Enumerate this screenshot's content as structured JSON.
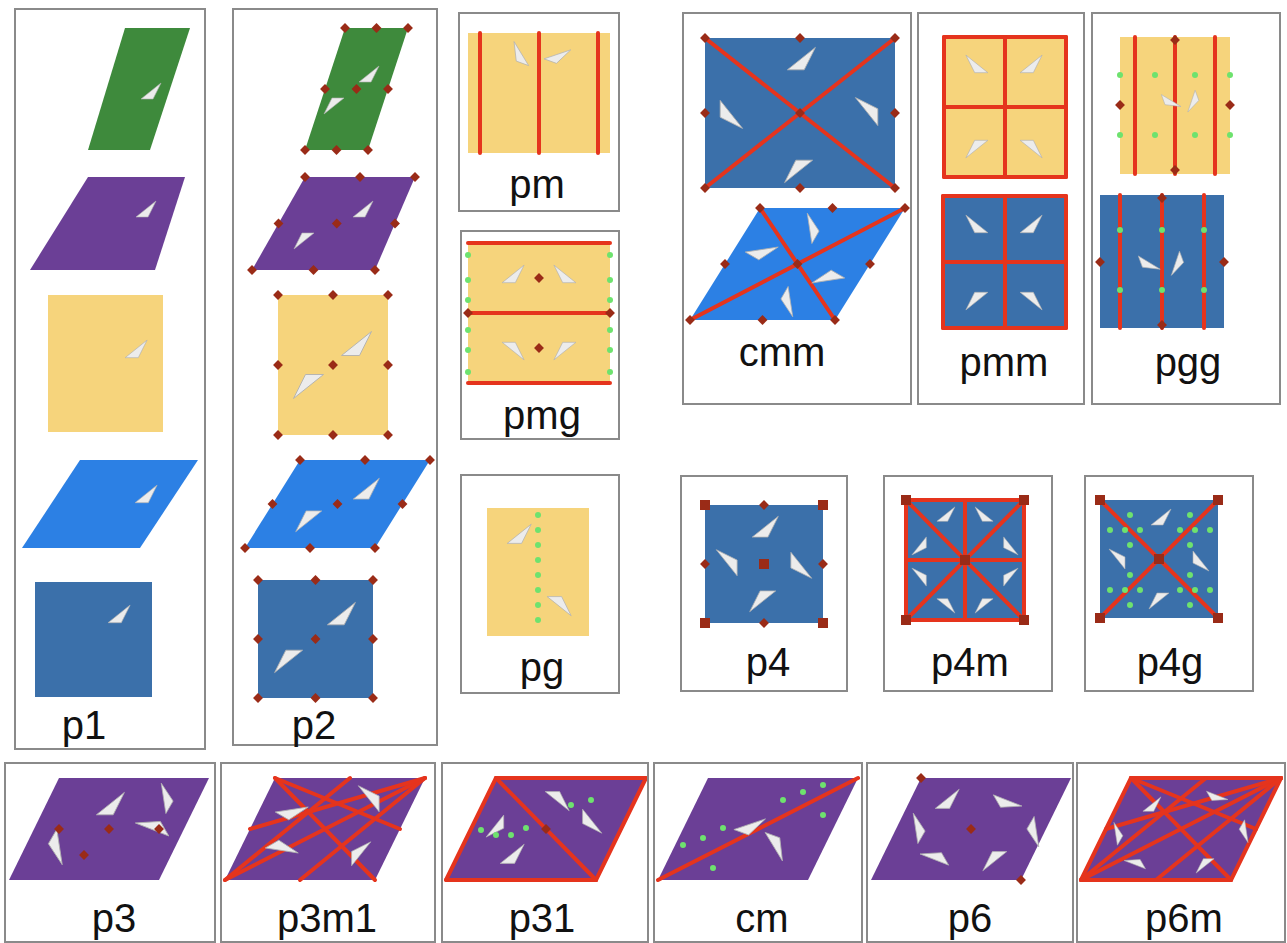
{
  "diagram": {
    "nodes": [
      {
        "text": [
          "p1"
        ]
      },
      {
        "text": [
          "p2"
        ]
      },
      {
        "text": [
          "pm"
        ]
      },
      {
        "text": [
          "cmm"
        ]
      },
      {
        "text": [
          "pmm"
        ]
      },
      {
        "text": [
          "pgg"
        ]
      },
      {
        "text": [
          "pmg"
        ]
      },
      {
        "text": [
          "pg"
        ]
      },
      {
        "text": [
          "p4"
        ]
      },
      {
        "text": [
          "p4m"
        ]
      },
      {
        "text": [
          "p4g"
        ]
      },
      {
        "text": [
          "p3"
        ]
      },
      {
        "text": [
          "p3m1"
        ]
      },
      {
        "text": [
          "p31"
        ]
      },
      {
        "text": [
          "cm"
        ]
      },
      {
        "text": [
          "p6"
        ]
      },
      {
        "text": [
          "p6m"
        ]
      }
    ]
  }
}
